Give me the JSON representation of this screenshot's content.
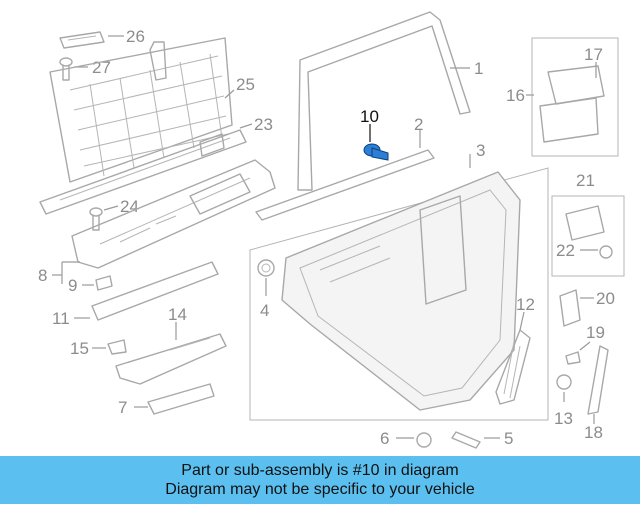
{
  "diagram": {
    "highlighted_part": "10",
    "callouts": [
      "1",
      "2",
      "3",
      "4",
      "5",
      "6",
      "7",
      "8",
      "9",
      "10",
      "11",
      "12",
      "13",
      "14",
      "15",
      "16",
      "17",
      "18",
      "19",
      "20",
      "21",
      "22",
      "23",
      "24",
      "25",
      "26",
      "27"
    ]
  },
  "banner": {
    "line1": "Part or sub-assembly is #10 in diagram",
    "line2": "Diagram may not be specific to your vehicle",
    "color": "#5bc0f0"
  },
  "colors": {
    "highlight": "#2b7fd6",
    "line": "#a8a8a8"
  }
}
